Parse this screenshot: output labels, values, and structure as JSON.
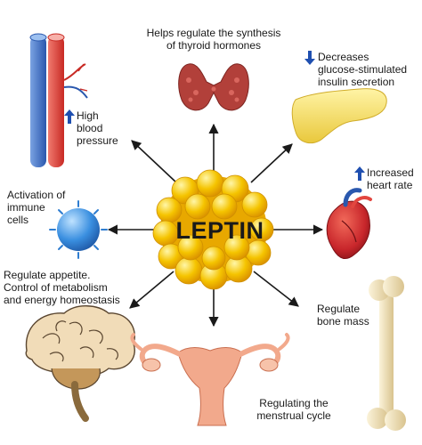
{
  "center": {
    "title": "LEPTIN"
  },
  "effects": {
    "thyroid": {
      "line1": "Helps regulate the synthesis",
      "line2": "of thyroid hormones"
    },
    "pancreas": {
      "line1": "Decreases",
      "line2": "glucose-stimulated",
      "line3": "insulin secretion",
      "direction": "down"
    },
    "blood_pressure": {
      "line1": "High",
      "line2": "blood",
      "line3": "pressure",
      "direction": "up"
    },
    "heart": {
      "line1": "Increased",
      "line2": "heart rate",
      "direction": "up"
    },
    "immune": {
      "line1": "Activation of",
      "line2": "immune",
      "line3": "cells"
    },
    "appetite": {
      "line1": "Regulate appetite.",
      "line2": "Control of metabolism",
      "line3": "and energy homeostasis"
    },
    "bone": {
      "line1": "Regulate",
      "line2": "bone mass"
    },
    "menstrual": {
      "line1": "Regulating the",
      "line2": "menstrual cycle"
    }
  },
  "colors": {
    "leptin_fat": "#f5c400",
    "arrow_up_down": "#1f4fb0",
    "artery": "#e2463f",
    "vein": "#3a6fc4",
    "thyroid": "#b2403a",
    "pancreas": "#f5e06a",
    "heart": "#c8262b",
    "immune_cell": "#3a8fe0",
    "brain": "#f1dcb8",
    "bone": "#f3e6c3",
    "uterus": "#f2a98c"
  }
}
